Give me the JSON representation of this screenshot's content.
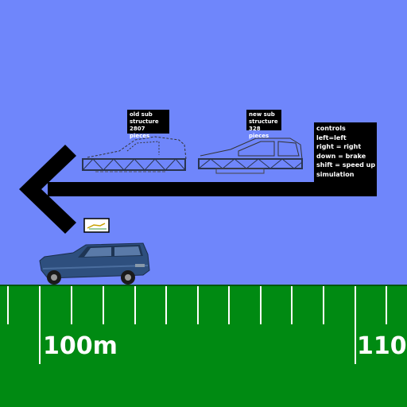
{
  "labels": {
    "old_sub": [
      "old sub",
      "structure",
      "2807 pieces"
    ],
    "new_sub": [
      "new sub",
      "structure",
      "328 pieces"
    ]
  },
  "controls": [
    "controls",
    "left=left",
    "right = right",
    "down = brake",
    "shift = speed up",
    "simulation"
  ],
  "distance_markers": [
    "100m",
    "110"
  ],
  "colors": {
    "sky": "#6f86fb",
    "ground": "#008a12",
    "car": "#2e4f7e",
    "arrow": "#000000"
  },
  "icons": {
    "arrow": "left-arrow-icon",
    "car": "car-icon",
    "minimap": "minimap-icon"
  }
}
